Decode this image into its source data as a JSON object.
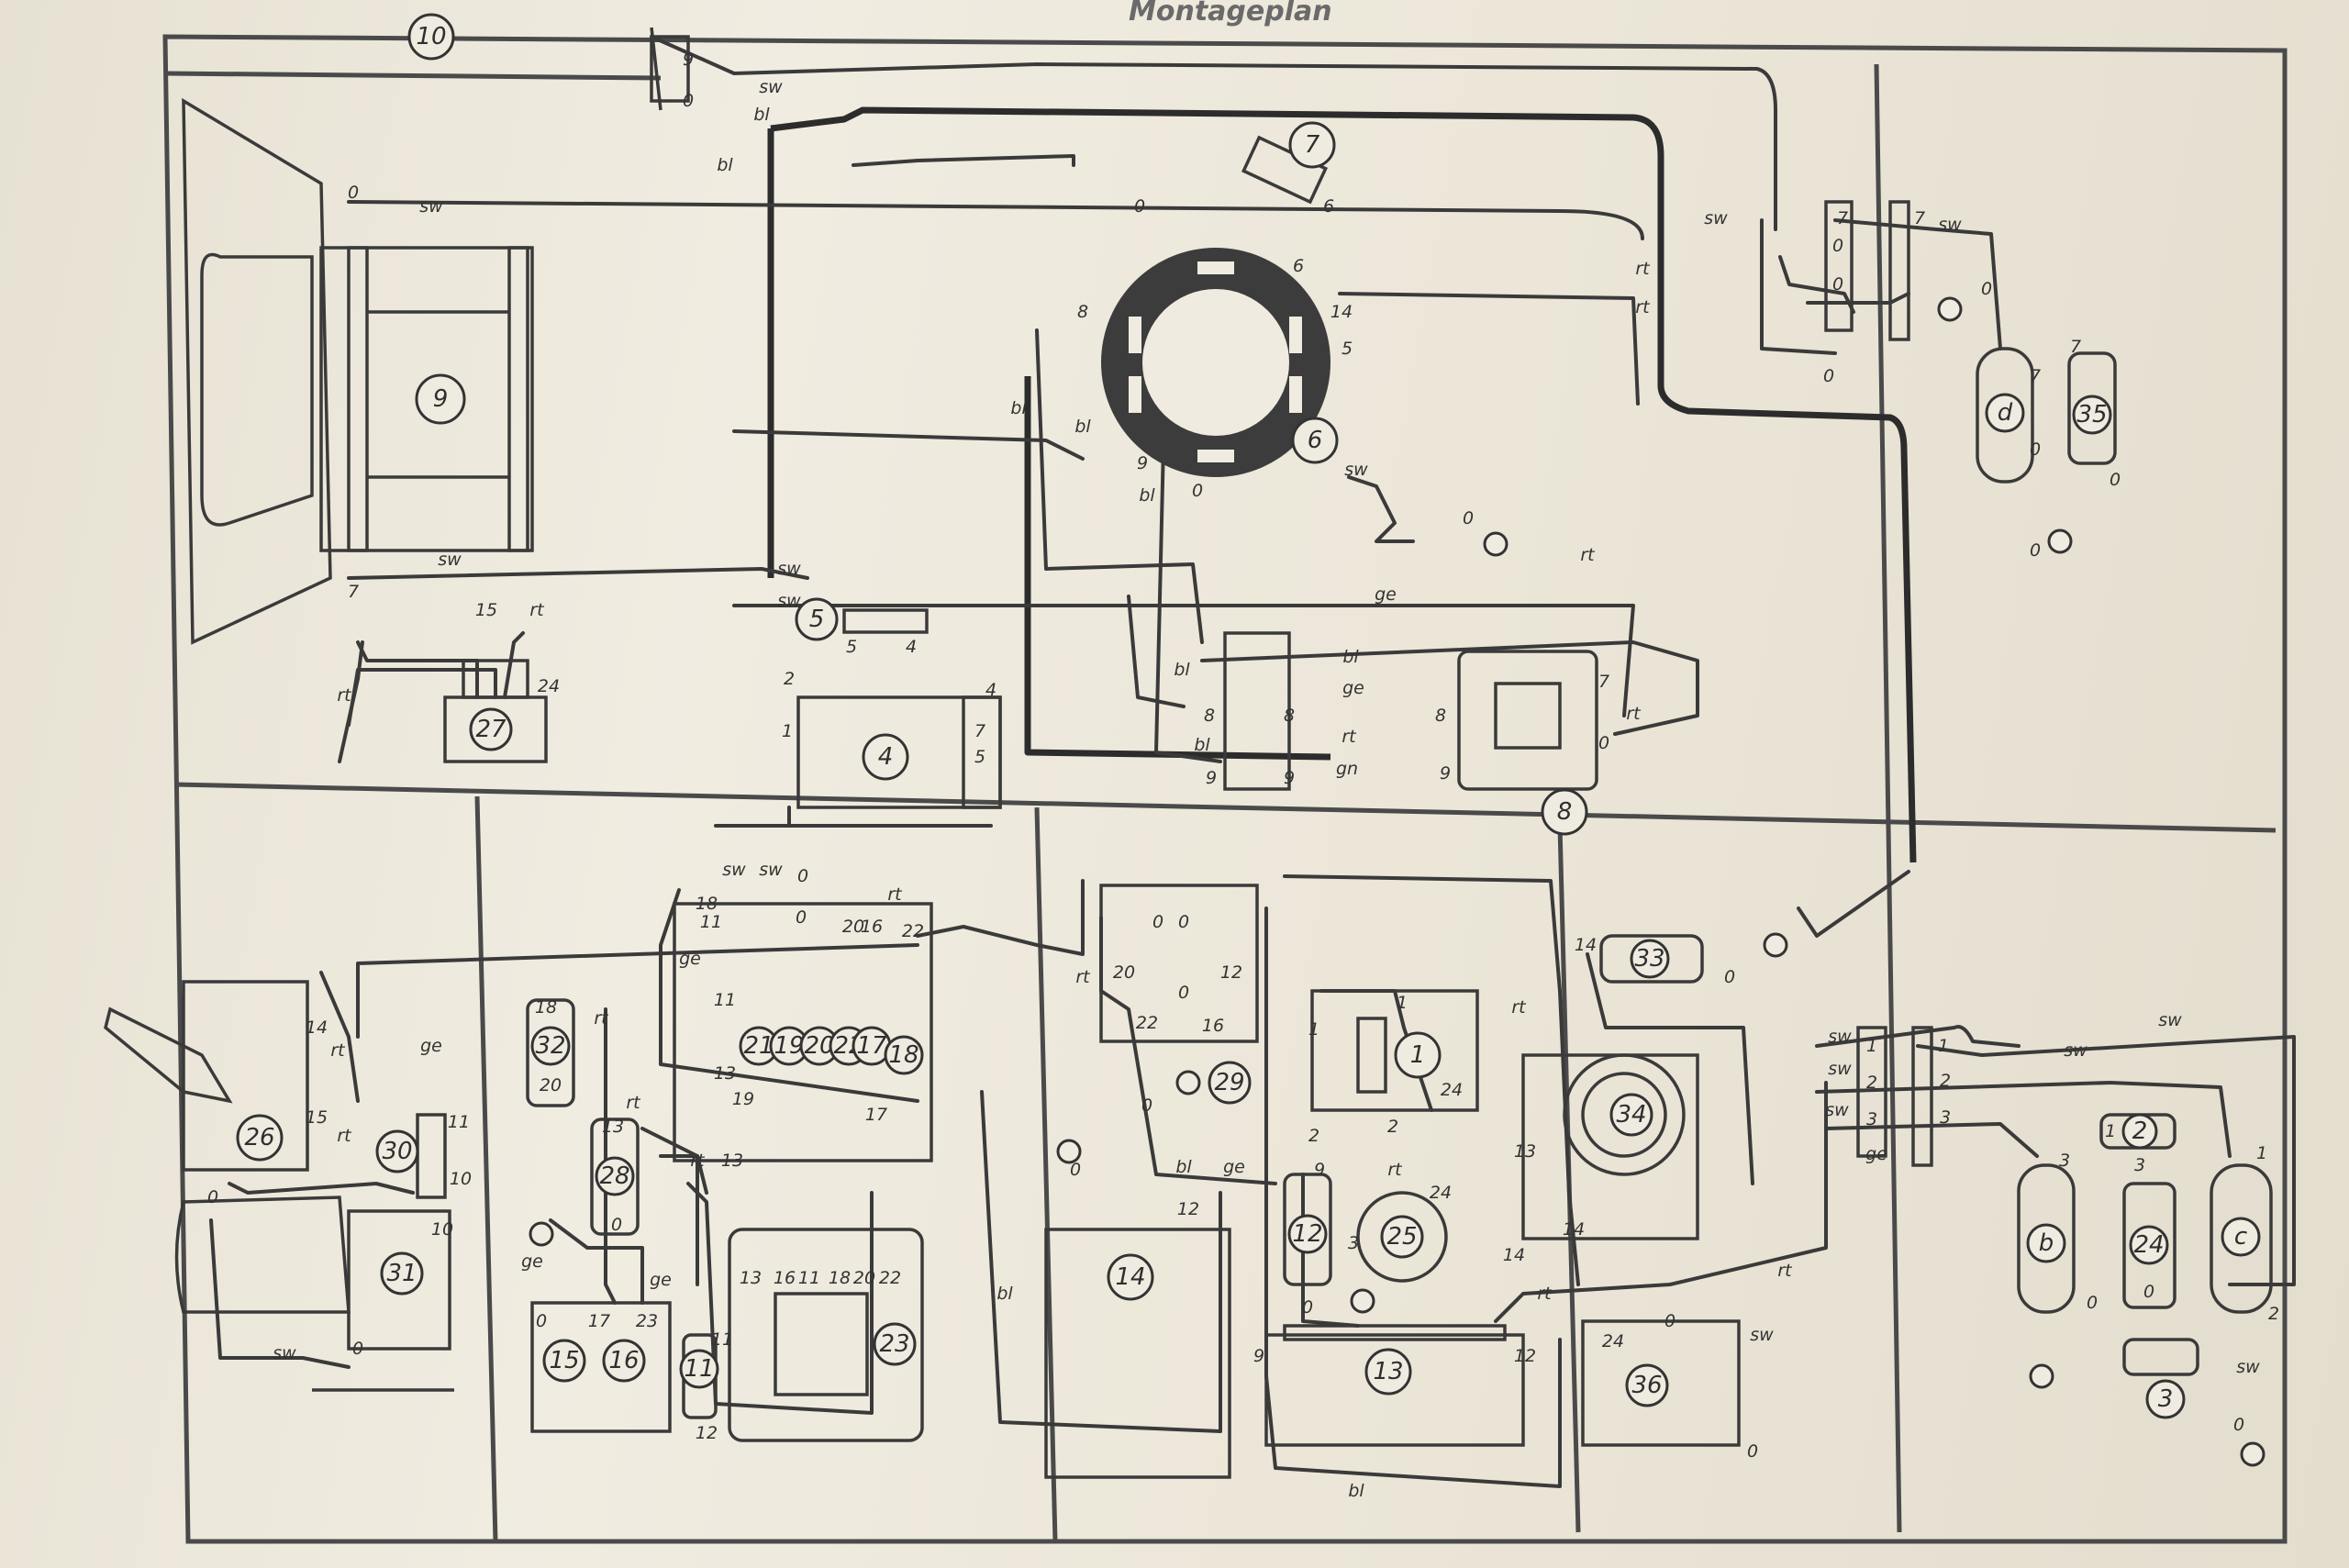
{
  "title": "Montageplan",
  "components": [
    {
      "id": "c10",
      "label": "10"
    },
    {
      "id": "c9",
      "label": "9"
    },
    {
      "id": "c7",
      "label": "7"
    },
    {
      "id": "c6",
      "label": "6"
    },
    {
      "id": "c5",
      "label": "5"
    },
    {
      "id": "c4",
      "label": "4"
    },
    {
      "id": "c27",
      "label": "27"
    },
    {
      "id": "c8",
      "label": "8"
    },
    {
      "id": "c35",
      "label": "35"
    },
    {
      "id": "cd",
      "label": "d"
    },
    {
      "id": "c32",
      "label": "32"
    },
    {
      "id": "c28",
      "label": "28"
    },
    {
      "id": "c21",
      "label": "21"
    },
    {
      "id": "c19",
      "label": "19"
    },
    {
      "id": "c20",
      "label": "20"
    },
    {
      "id": "c22",
      "label": "22"
    },
    {
      "id": "c17",
      "label": "17"
    },
    {
      "id": "c18",
      "label": "18"
    },
    {
      "id": "c26",
      "label": "26"
    },
    {
      "id": "c30",
      "label": "30"
    },
    {
      "id": "c31",
      "label": "31"
    },
    {
      "id": "c15",
      "label": "15"
    },
    {
      "id": "c16",
      "label": "16"
    },
    {
      "id": "c11",
      "label": "11"
    },
    {
      "id": "c23",
      "label": "23"
    },
    {
      "id": "c29",
      "label": "29"
    },
    {
      "id": "c14",
      "label": "14"
    },
    {
      "id": "c1",
      "label": "1"
    },
    {
      "id": "c12",
      "label": "12"
    },
    {
      "id": "c25",
      "label": "25"
    },
    {
      "id": "c13",
      "label": "13"
    },
    {
      "id": "c33",
      "label": "33"
    },
    {
      "id": "c34",
      "label": "34"
    },
    {
      "id": "c36",
      "label": "36"
    },
    {
      "id": "cb",
      "label": "b"
    },
    {
      "id": "c24",
      "label": "24"
    },
    {
      "id": "cc",
      "label": "c"
    },
    {
      "id": "c2",
      "label": "2"
    },
    {
      "id": "c3",
      "label": "3"
    }
  ],
  "wire_labels": [
    "sw",
    "bl",
    "rt",
    "ge",
    "gn"
  ],
  "terminal_labels": [
    "0",
    "1",
    "2",
    "3",
    "4",
    "5",
    "6",
    "7",
    "8",
    "9",
    "10",
    "11",
    "12",
    "13",
    "14",
    "15",
    "16",
    "17",
    "18",
    "19",
    "20",
    "22",
    "23",
    "24"
  ],
  "colors": {
    "ink": "#333333",
    "paper": "#ece7d9"
  }
}
